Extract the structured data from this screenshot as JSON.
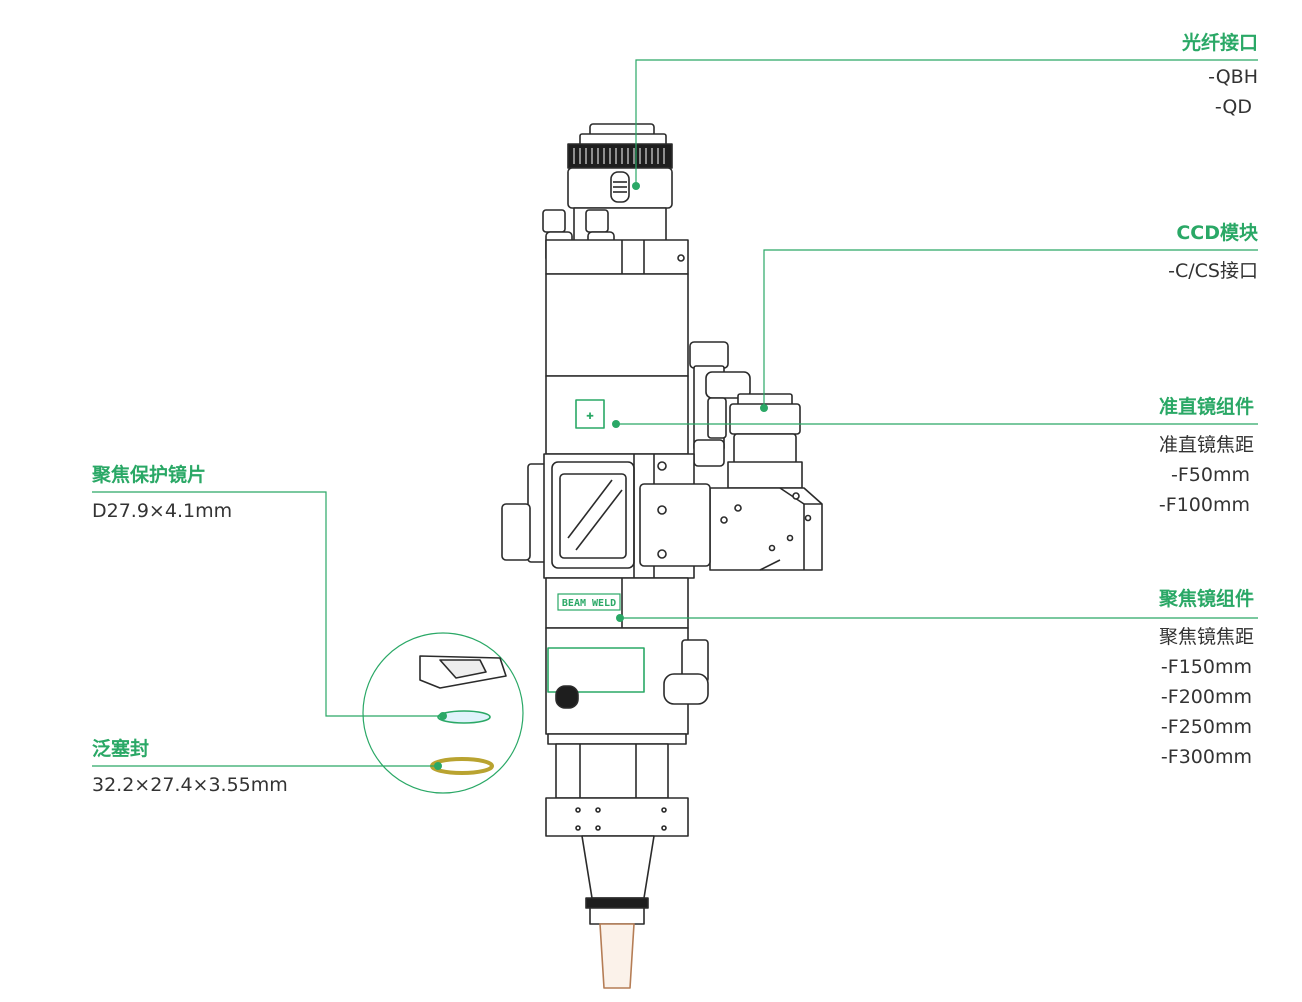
{
  "accent_color": "#2aa866",
  "text_color": "#333333",
  "callouts": {
    "fiber_interface": {
      "title": "光纤接口",
      "specs": [
        "-QBH",
        "-QD"
      ]
    },
    "ccd_module": {
      "title": "CCD模块",
      "specs": [
        "-C/CS接口"
      ]
    },
    "collimator_assembly": {
      "title": "准直镜组件",
      "specs": [
        "准直镜焦距",
        "-F50mm",
        "-F100mm"
      ]
    },
    "focus_lens_assembly": {
      "title": "聚焦镜组件",
      "specs": [
        "聚焦镜焦距",
        "-F150mm",
        "-F200mm",
        "-F250mm",
        "-F300mm"
      ]
    },
    "focus_protective_lens": {
      "title": "聚焦保护镜片",
      "specs": [
        "D27.9×4.1mm"
      ]
    },
    "pan_seal": {
      "title": "泛塞封",
      "specs": [
        "32.2×27.4×3.55mm"
      ]
    }
  },
  "product_marks": {
    "logo_text": "BEAM WELD"
  }
}
